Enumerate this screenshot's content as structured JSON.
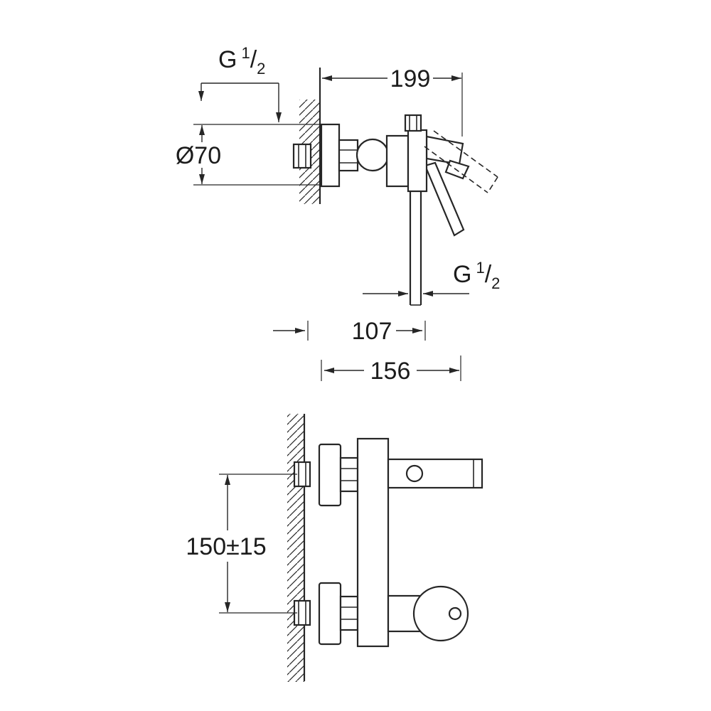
{
  "colors": {
    "line": "#262626",
    "background": "#ffffff",
    "text": "#1c1c1c"
  },
  "labels": {
    "thread_inlet": {
      "prefix": "G",
      "numerator": "1",
      "slash": "/",
      "denominator": "2"
    },
    "thread_outlet": {
      "prefix": "G",
      "numerator": "1",
      "slash": "/",
      "denominator": "2"
    },
    "overall_depth": "199",
    "escutcheon_diameter": "Ø70",
    "outlet_depth": "107",
    "handle_depth": "156",
    "mounting_centers": "150±15"
  }
}
